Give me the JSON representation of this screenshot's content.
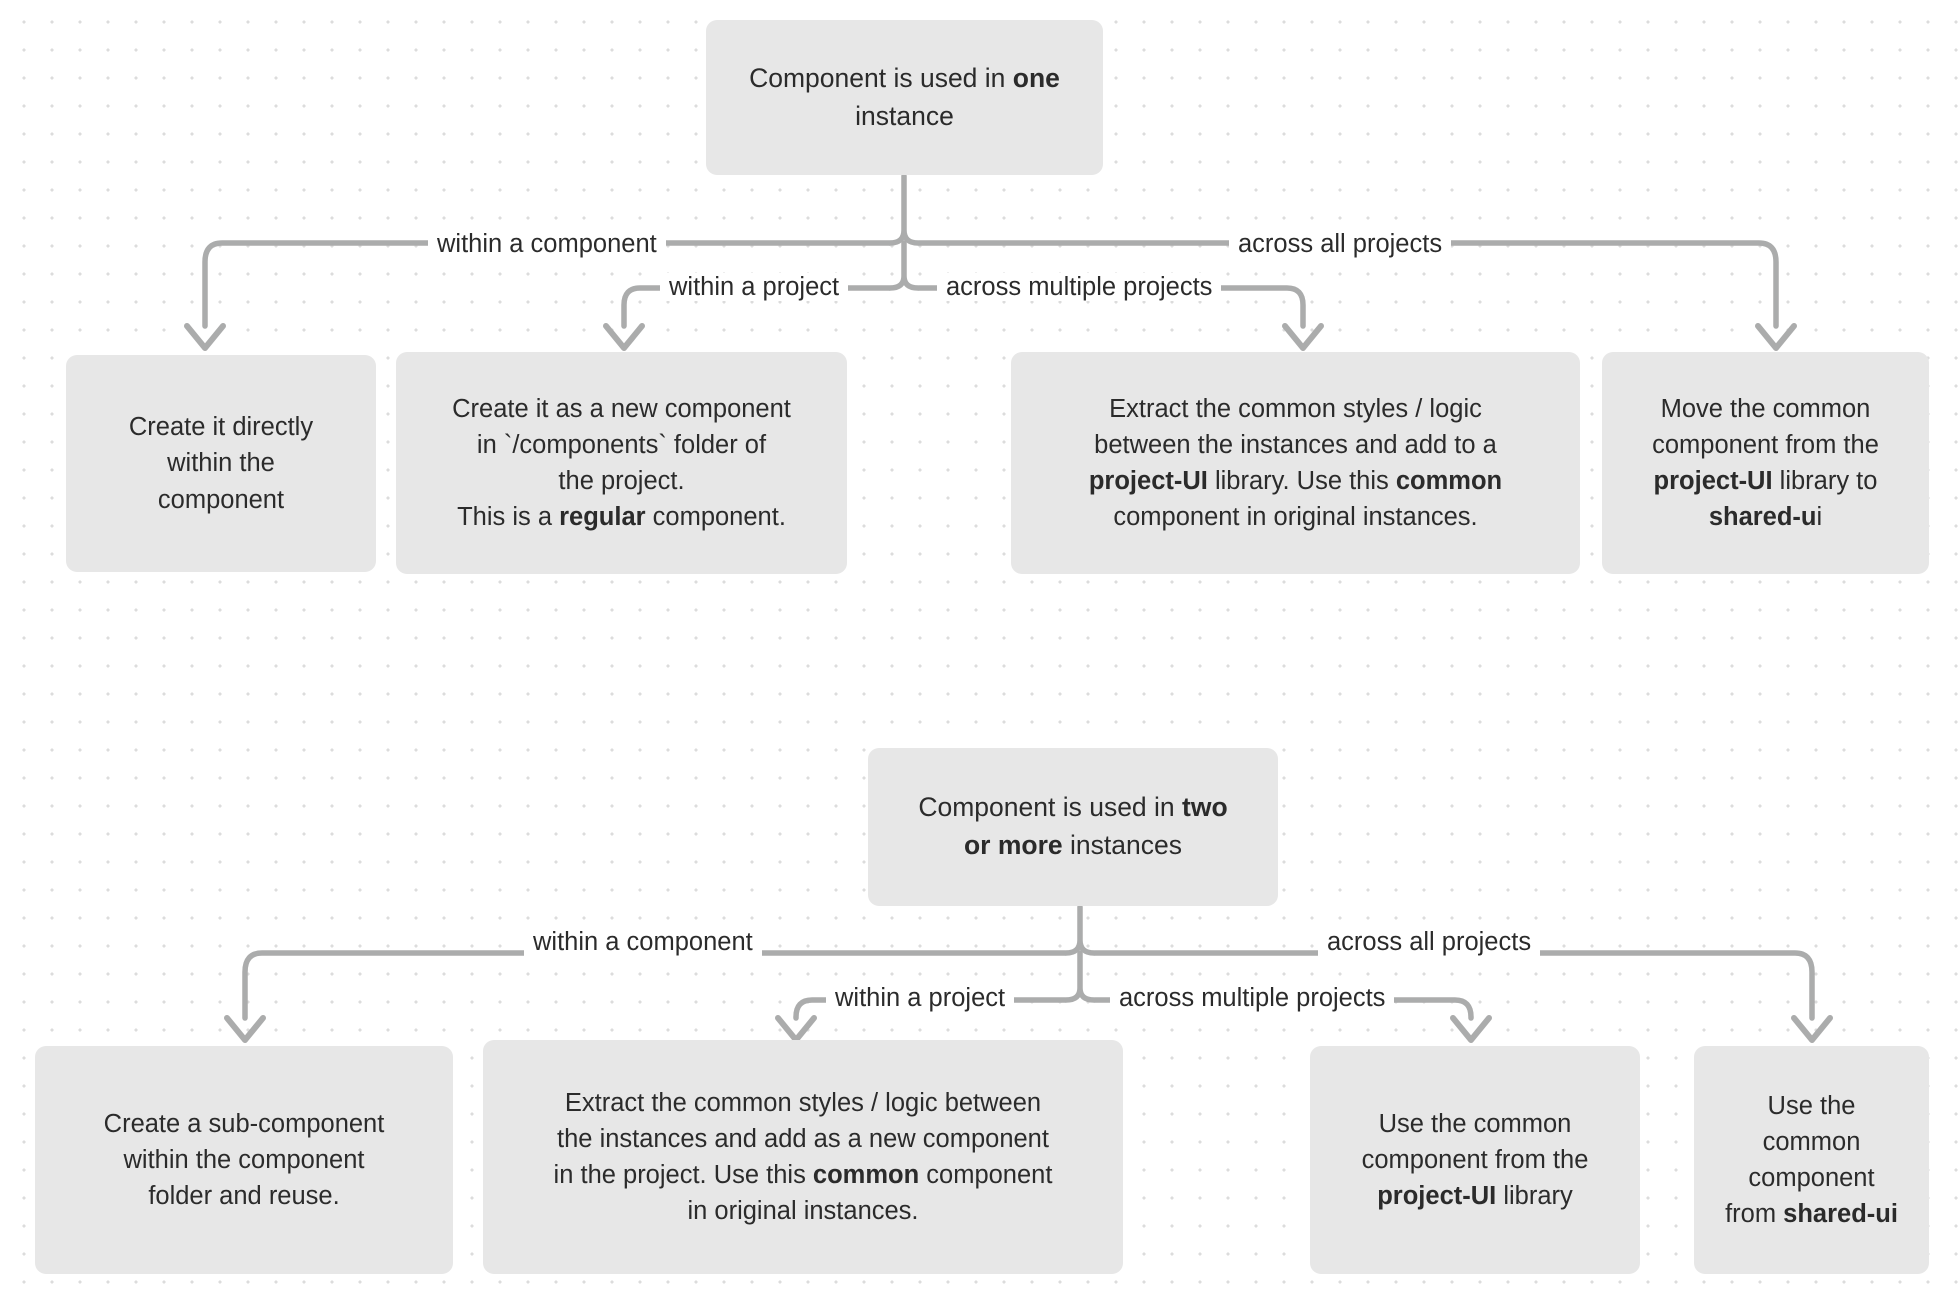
{
  "diagram": {
    "title": "Component placement decision tree",
    "colors": {
      "box_fill": "#e7e7e7",
      "text": "#2b2b2b",
      "connector": "#abacac",
      "background": "#ffffff",
      "grid_dot": "#dcdcdc"
    },
    "groups": [
      {
        "id": "one-instance",
        "root": {
          "line1_plain": "Component is used in ",
          "line1_bold": "one",
          "line2": "instance"
        },
        "edge_labels": {
          "within_component": "within a component",
          "within_project": "within a project",
          "across_multiple_projects": "across multiple projects",
          "across_all_projects": "across all projects"
        },
        "leaves": [
          {
            "id": "t1",
            "lines": [
              [
                {
                  "t": "Create it directly",
                  "b": false
                }
              ],
              [
                {
                  "t": "within the",
                  "b": false
                }
              ],
              [
                {
                  "t": "component",
                  "b": false
                }
              ]
            ]
          },
          {
            "id": "t2",
            "lines": [
              [
                {
                  "t": "Create it as a new component",
                  "b": false
                }
              ],
              [
                {
                  "t": "in `/components` folder of",
                  "b": false
                }
              ],
              [
                {
                  "t": "the project.",
                  "b": false
                }
              ],
              [
                {
                  "t": "This is a ",
                  "b": false
                },
                {
                  "t": "regular",
                  "b": true
                },
                {
                  "t": " component.",
                  "b": false
                }
              ]
            ]
          },
          {
            "id": "t3",
            "lines": [
              [
                {
                  "t": "Extract the common styles / logic",
                  "b": false
                }
              ],
              [
                {
                  "t": "between the instances and add to a",
                  "b": false
                }
              ],
              [
                {
                  "t": "project-UI",
                  "b": true
                },
                {
                  "t": " library. Use this ",
                  "b": false
                },
                {
                  "t": "common",
                  "b": true
                }
              ],
              [
                {
                  "t": "component in original instances.",
                  "b": false
                }
              ]
            ]
          },
          {
            "id": "t4",
            "lines": [
              [
                {
                  "t": "Move the common",
                  "b": false
                }
              ],
              [
                {
                  "t": "component from the",
                  "b": false
                }
              ],
              [
                {
                  "t": "project-UI",
                  "b": true
                },
                {
                  "t": " library to",
                  "b": false
                }
              ],
              [
                {
                  "t": "shared-u",
                  "b": true
                },
                {
                  "t": "i",
                  "b": false
                }
              ]
            ]
          }
        ]
      },
      {
        "id": "two-or-more-instances",
        "root": {
          "line1_plain": "Component is used in ",
          "line1_bold": "two",
          "line2_bold": "or more",
          "line2_plain": " instances"
        },
        "edge_labels": {
          "within_component": "within a component",
          "within_project": "within a project",
          "across_multiple_projects": "across multiple projects",
          "across_all_projects": "across all projects"
        },
        "leaves": [
          {
            "id": "b1",
            "lines": [
              [
                {
                  "t": "Create a sub-component",
                  "b": false
                }
              ],
              [
                {
                  "t": "within the component",
                  "b": false
                }
              ],
              [
                {
                  "t": "folder and reuse.",
                  "b": false
                }
              ]
            ]
          },
          {
            "id": "b2",
            "lines": [
              [
                {
                  "t": "Extract the common styles / logic between",
                  "b": false
                }
              ],
              [
                {
                  "t": "the instances and add as a new component",
                  "b": false
                }
              ],
              [
                {
                  "t": "in the project. Use this ",
                  "b": false
                },
                {
                  "t": "common",
                  "b": true
                },
                {
                  "t": " component",
                  "b": false
                }
              ],
              [
                {
                  "t": "in original instances.",
                  "b": false
                }
              ]
            ]
          },
          {
            "id": "b3",
            "lines": [
              [
                {
                  "t": "Use the common",
                  "b": false
                }
              ],
              [
                {
                  "t": "component from the",
                  "b": false
                }
              ],
              [
                {
                  "t": "project-UI",
                  "b": true
                },
                {
                  "t": " library",
                  "b": false
                }
              ]
            ]
          },
          {
            "id": "b4",
            "lines": [
              [
                {
                  "t": "Use the",
                  "b": false
                }
              ],
              [
                {
                  "t": "common",
                  "b": false
                }
              ],
              [
                {
                  "t": "component",
                  "b": false
                }
              ],
              [
                {
                  "t": "from ",
                  "b": false
                },
                {
                  "t": "shared-ui",
                  "b": true
                }
              ]
            ]
          }
        ]
      }
    ]
  }
}
